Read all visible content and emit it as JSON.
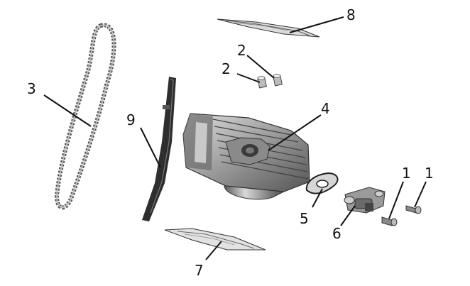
{
  "callouts": [
    {
      "id": "1a",
      "number": "1"
    },
    {
      "id": "1b",
      "number": "1"
    },
    {
      "id": "2a",
      "number": "2"
    },
    {
      "id": "2b",
      "number": "2"
    },
    {
      "id": "3",
      "number": "3"
    },
    {
      "id": "4",
      "number": "4"
    },
    {
      "id": "5",
      "number": "5"
    },
    {
      "id": "6",
      "number": "6"
    },
    {
      "id": "7",
      "number": "7"
    },
    {
      "id": "8",
      "number": "8"
    },
    {
      "id": "9",
      "number": "9"
    }
  ],
  "colors": {
    "ink": "#111111",
    "part_dark": "#3a3a3a",
    "part_mid": "#7a7a7a",
    "part_light": "#c4c4c4",
    "background": "#ffffff"
  }
}
